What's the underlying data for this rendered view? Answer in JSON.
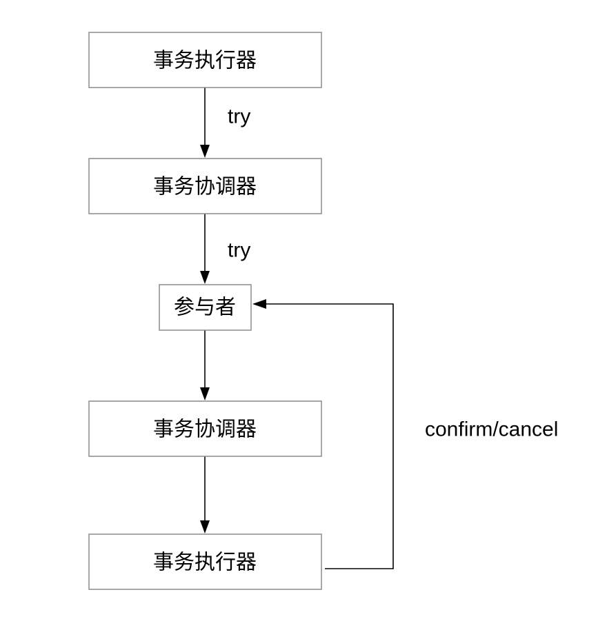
{
  "nodes": [
    {
      "id": "executor-top",
      "label": "事务执行器"
    },
    {
      "id": "coordinator-1",
      "label": "事务协调器"
    },
    {
      "id": "participant",
      "label": "参与者"
    },
    {
      "id": "coordinator-2",
      "label": "事务协调器"
    },
    {
      "id": "executor-bottom",
      "label": "事务执行器"
    }
  ],
  "edges": [
    {
      "from": "executor-top",
      "to": "coordinator-1",
      "label": "try"
    },
    {
      "from": "coordinator-1",
      "to": "participant",
      "label": "try"
    },
    {
      "from": "participant",
      "to": "coordinator-2",
      "label": ""
    },
    {
      "from": "coordinator-2",
      "to": "executor-bottom",
      "label": ""
    },
    {
      "from": "executor-bottom",
      "to": "participant",
      "label": "confirm/cancel"
    }
  ],
  "colors": {
    "box_border": "#8a8a8a",
    "line": "#000000",
    "text": "#000000",
    "background": "#ffffff"
  }
}
